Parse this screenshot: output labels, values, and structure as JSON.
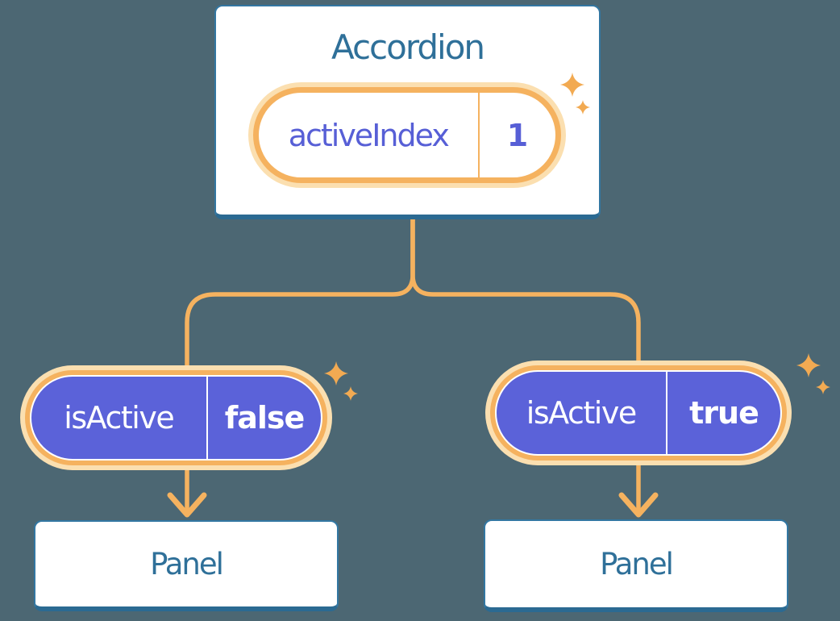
{
  "diagram": {
    "description": "React component tree diagram: Accordion parent holding activeIndex state, passing isActive props to two Panel children",
    "root": {
      "title": "Accordion",
      "state_pill": {
        "name": "activeIndex",
        "value": "1"
      }
    },
    "children": [
      {
        "prop_pill": {
          "name": "isActive",
          "value": "false"
        },
        "label": "Panel"
      },
      {
        "prop_pill": {
          "name": "isActive",
          "value": "true"
        },
        "label": "Panel"
      }
    ],
    "icons": [
      "sparkle-icon"
    ],
    "colors": {
      "background": "#4C6773",
      "card_background": "#FFFFFF",
      "card_border": "#3377A2",
      "card_border_bottom": "#2B6A92",
      "blue_text": "#2F7099",
      "pill_purple": "#5B62D9",
      "purple_text": "#575FD6",
      "orange": "#F5B25F",
      "orange_halo": "#FBDFB0",
      "sparkle": "#F2AA52"
    }
  }
}
